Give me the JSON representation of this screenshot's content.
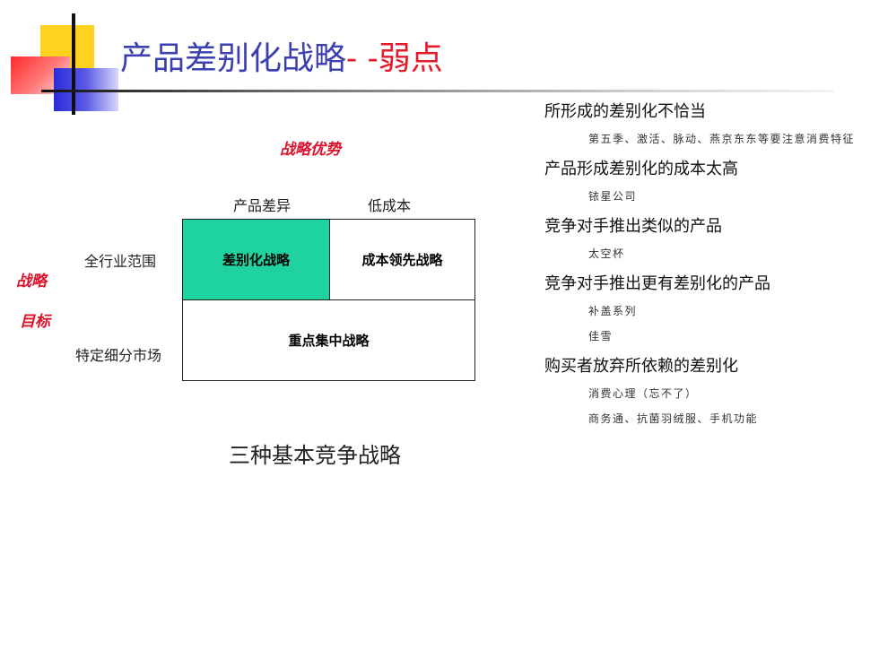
{
  "slide": {
    "title_main": "产品差别化战略",
    "title_dash": "- -",
    "title_accent": "弱点"
  },
  "strategy_matrix": {
    "advantage_label": "战略优势",
    "target_label_line1": "战略",
    "target_label_line2": "目标",
    "columns": [
      "产品差异",
      "低成本"
    ],
    "rows": [
      "全行业范围",
      "特定细分市场"
    ],
    "cells": {
      "differentiation": "差别化战略",
      "cost_leadership": "成本领先战略",
      "focus": "重点集中战略"
    },
    "caption": "三种基本竞争战略"
  },
  "weaknesses": [
    {
      "heading": "所形成的差别化不恰当",
      "examples": [
        "第五季、激活、脉动、燕京东东等要注意消费特征"
      ]
    },
    {
      "heading": "产品形成差别化的成本太高",
      "examples": [
        "铱星公司"
      ]
    },
    {
      "heading": "竞争对手推出类似的产品",
      "examples": [
        "太空杯"
      ]
    },
    {
      "heading": "竞争对手推出更有差别化的产品",
      "examples": [
        "补盖系列",
        "佳雪"
      ]
    },
    {
      "heading": "购买者放弃所依赖的差别化",
      "examples": [
        "消费心理（忘不了）",
        "商务通、抗菌羽绒服、手机功能"
      ]
    }
  ],
  "colors": {
    "title_blue": "#3b3fb0",
    "title_red": "#e31b2b",
    "label_red": "#e0102a",
    "diff_cell": "#1ed3a0"
  }
}
